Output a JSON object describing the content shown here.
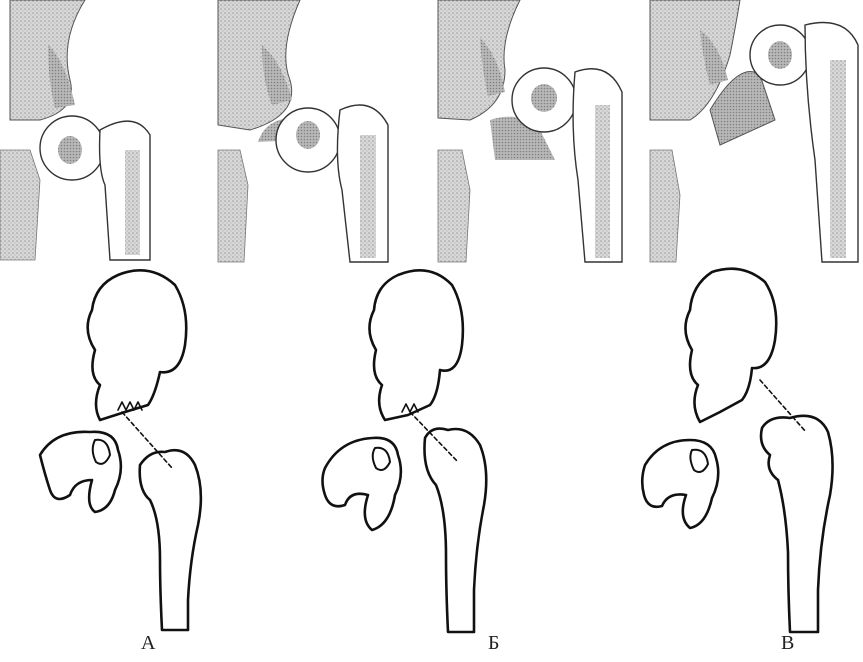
{
  "labels": {
    "a": "А",
    "b": "Б",
    "v": "В"
  },
  "colors": {
    "ink": "#111111",
    "stipple": "#b9b9b9",
    "stipple_dark": "#9a9a9a",
    "background": "#ffffff"
  }
}
